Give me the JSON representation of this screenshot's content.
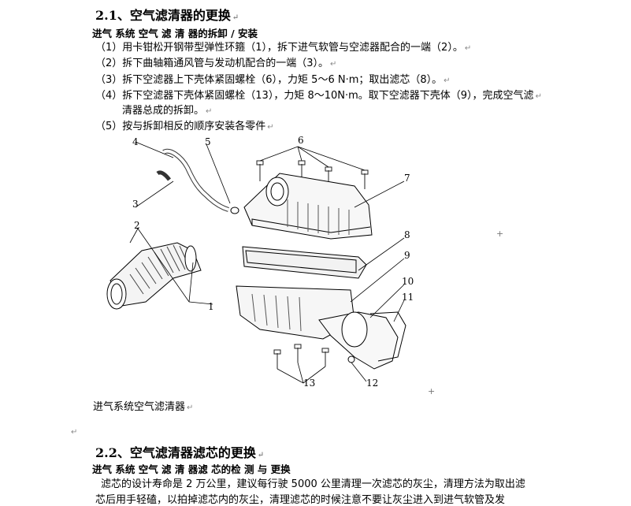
{
  "section1": {
    "title": "2.1、空气滤清器的更换",
    "subtitle": "进气 系统 空气 滤 清 器的拆卸 / 安装",
    "steps": [
      "（1）用卡钳松开钢带型弹性环箍（1），拆下进气软管与空滤器配合的一端（2）。",
      "（2）拆下曲轴箱通风管与发动机配合的一端（3）。",
      "（3）拆下空滤器上下壳体紧固螺栓（6），力矩 5～6 N·m；取出滤芯（8）。",
      "（4）拆下空滤器下壳体紧固螺栓（13），力矩 8～10N·m。取下空滤器下壳体（9），完成空气滤",
      "清器总成的拆卸。",
      "（5）按与拆卸相反的顺序安装各零件"
    ]
  },
  "diagram": {
    "labels": [
      "1",
      "2",
      "3",
      "4",
      "5",
      "6",
      "7",
      "8",
      "9",
      "10",
      "11",
      "12",
      "13"
    ]
  },
  "caption": "进气系统空气滤清器",
  "section2": {
    "title": "2.2、空气滤清器滤芯的更换",
    "subtitle": "进气 系统 空气 滤 清 器滤 芯的检 测 与 更换",
    "paragraph_line1": "滤芯的设计寿命是 2 万公里，建议每行驶 5000 公里清理一次滤芯的灰尘，清理方法为取出滤",
    "paragraph_line2": "芯后用手轻磕，以拍掉滤芯内的灰尘，清理滤芯的时候注意不要让灰尘进入到进气软管及发"
  },
  "marks": {
    "para_mark": "↵",
    "plus_mark": "+"
  }
}
